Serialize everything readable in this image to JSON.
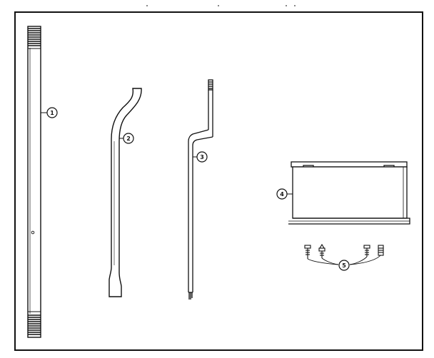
{
  "diagram": {
    "colors": {
      "ink": "#111111",
      "paper": "#ffffff",
      "hatch": "#555555"
    },
    "callouts": [
      {
        "id": "callout-1",
        "label": "1"
      },
      {
        "id": "callout-2",
        "label": "2"
      },
      {
        "id": "callout-3",
        "label": "3"
      },
      {
        "id": "callout-4",
        "label": "4"
      },
      {
        "id": "callout-5",
        "label": "5"
      }
    ]
  }
}
